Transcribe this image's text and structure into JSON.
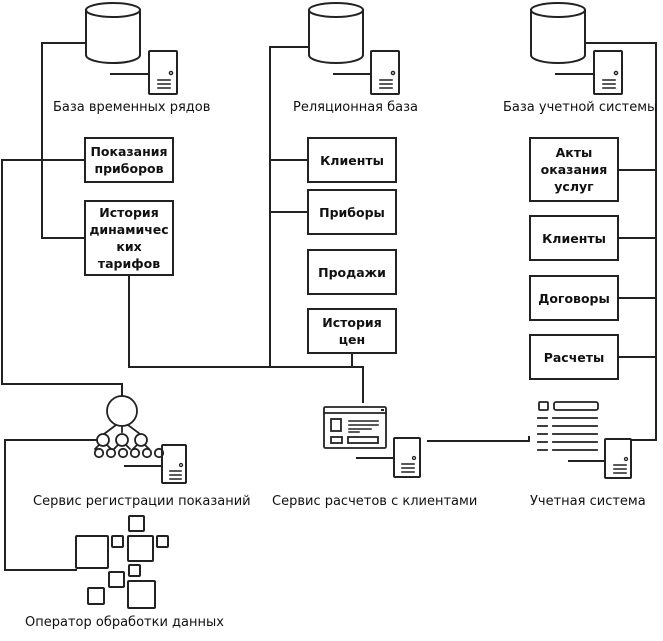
{
  "diagram": {
    "databases": [
      {
        "id": "timeseries-db",
        "label": "База временных рядов",
        "tables": [
          {
            "id": "meter-readings",
            "label": "Показания\nприборов"
          },
          {
            "id": "dynamic-tariff-history",
            "label": "История\nдинамичес\nких\nтарифов"
          }
        ]
      },
      {
        "id": "relational-db",
        "label": "Реляционная база",
        "tables": [
          {
            "id": "clients",
            "label": "Клиенты"
          },
          {
            "id": "devices",
            "label": "Приборы"
          },
          {
            "id": "sales",
            "label": "Продажи"
          },
          {
            "id": "price-history",
            "label": "История\nцен"
          }
        ]
      },
      {
        "id": "accounting-db",
        "label": "База учетной системы",
        "tables": [
          {
            "id": "service-acts",
            "label": "Акты\nоказания\nуслуг"
          },
          {
            "id": "acc-clients",
            "label": "Клиенты"
          },
          {
            "id": "contracts",
            "label": "Договоры"
          },
          {
            "id": "settlements",
            "label": "Расчеты"
          }
        ]
      }
    ],
    "services": [
      {
        "id": "reading-registration-service",
        "label": "Сервис регистрации показаний",
        "icon": "hierarchy-icon"
      },
      {
        "id": "client-billing-service",
        "label": "Сервис расчетов с клиентами",
        "icon": "app-window-icon"
      },
      {
        "id": "accounting-system",
        "label": "Учетная система",
        "icon": "document-list-icon"
      },
      {
        "id": "data-processing-operator",
        "label": "Оператор обработки данных",
        "icon": "squares-cluster-icon"
      }
    ],
    "icons": {
      "database": "database-cylinder-icon",
      "server": "server-tower-icon"
    },
    "colors": {
      "stroke": "#222222",
      "background": "#ffffff",
      "text": "#111111"
    }
  }
}
